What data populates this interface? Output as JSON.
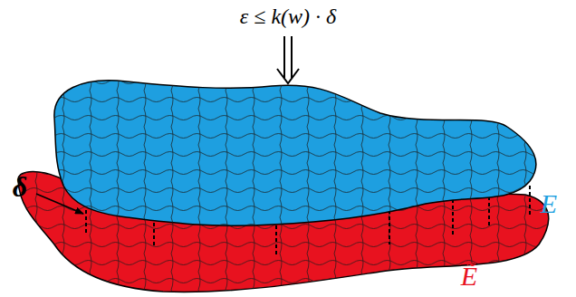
{
  "diagram": {
    "labels": [
      "ε ≤ k(w) · δ",
      "δ",
      "E",
      "Ẽ"
    ]
  }
}
